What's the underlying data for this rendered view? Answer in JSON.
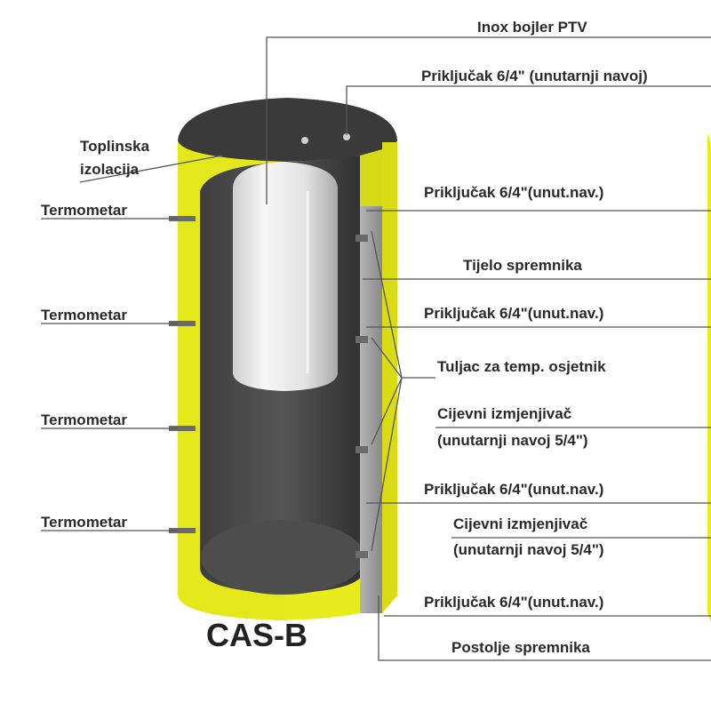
{
  "model_name": "CAS-B",
  "labels": {
    "inox_bojler": "Inox bojler PTV",
    "prikljucak_top": "Priključak 6/4\" (unutarnji navoj)",
    "toplinska_1": "Toplinska",
    "toplinska_2": "izolacija",
    "termometar_1": "Termometar",
    "termometar_2": "Termometar",
    "termometar_3": "Termometar",
    "termometar_4": "Termometar",
    "prikljucak_1": "Priključak 6/4\"(unut.nav.)",
    "tijelo": "Tijelo spremnika",
    "prikljucak_2": "Priključak 6/4\"(unut.nav.)",
    "tuljac": "Tuljac za temp. osjetnik",
    "izmj_1_a": "Cijevni izmjenjivač",
    "izmj_1_b": "(unutarnji navoj 5/4\")",
    "prikljucak_3": "Priključak 6/4\"(unut.nav.)",
    "izmj_2_a": "Cijevni izmjenjivač",
    "izmj_2_b": "(unutarnji navoj 5/4\")",
    "prikljucak_4": "Priključak 6/4\"(unut.nav.)",
    "postolje": "Postolje spremnika"
  },
  "colors": {
    "insulation": "#e9ec1c",
    "insulation_dark": "#c9cc10",
    "tank_body": "#4a4a4a",
    "tank_inner": "#3b3b3b",
    "lid": "#3a3a3a",
    "boiler": "#e6e6e6",
    "steel_wall": "#9a9a9a"
  }
}
